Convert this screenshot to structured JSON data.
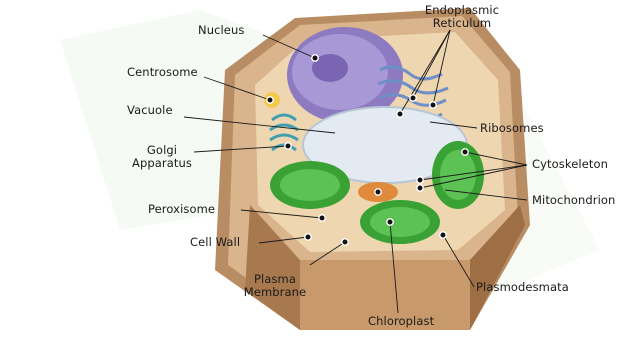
{
  "diagram": {
    "labels": {
      "nucleus": "Nucleus",
      "endoplasmic_reticulum_line1": "Endoplasmic",
      "endoplasmic_reticulum_line2": "Reticulum",
      "centrosome": "Centrosome",
      "vacuole": "Vacuole",
      "golgi_line1": "Golgi",
      "golgi_line2": "Apparatus",
      "ribosomes": "Ribosomes",
      "cytoskeleton": "Cytoskeleton",
      "mitochondrion": "Mitochondrion",
      "peroxisome": "Peroxisome",
      "cell_wall": "Cell Wall",
      "plasma_membrane_line1": "Plasma",
      "plasma_membrane_line2": "Membrane",
      "plasmodesmata": "Plasmodesmata",
      "chloroplast": "Chloroplast"
    },
    "colors": {
      "cell_wall": "#c9a27a",
      "cell_wall_dark": "#a67b55",
      "cytoplasm": "#f0dcb8",
      "nucleus": "#9b87c9",
      "vacuole": "#dfe7f0",
      "chloroplast": "#3fa83a",
      "golgi": "#5fb8c2",
      "mitochondrion": "#e08a3c",
      "watermark": "#e8f3e8"
    }
  }
}
